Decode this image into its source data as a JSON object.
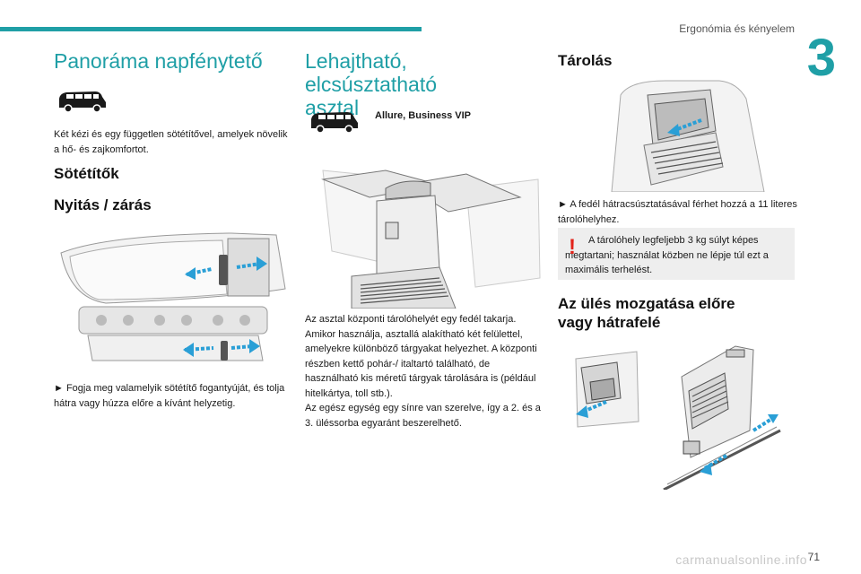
{
  "header": {
    "title": "Ergonómia és kényelem",
    "chapter": "3",
    "page_number": "71",
    "colors": {
      "accent": "#1f9fa6",
      "warning": "#e2231a"
    }
  },
  "col1": {
    "title": "Panoráma napfénytető",
    "intro": "Két kézi és egy független sötétítővel, amelyek növelik a hő- és zajkomfortot.",
    "sub1": "Sötétítők",
    "sub2": "Nyitás / zárás",
    "instruction": "► Fogja meg valamelyik sötétítő fogantyúját, és tolja hátra vagy húzza előre a kívánt helyzetig."
  },
  "col2": {
    "title_line1": "Lehajtható, elcsúsztatható",
    "title_line2": "asztal",
    "trim": "Allure, Business VIP",
    "body": "Az asztal központi tárolóhelyét egy fedél takarja. Amikor használja, asztallá alakítható két felülettel, amelyekre különböző tárgyakat helyezhet. A központi részben kettő pohár-/ italtartó található, de használható kis méretű tárgyak tárolására is (például hitelkártya, toll stb.).",
    "body2": "Az egész egység egy sínre van szerelve, így a 2. és a 3. üléssorba egyaránt beszerelhető."
  },
  "col3": {
    "title": "Tárolás",
    "instruction": "► A fedél hátracsúsztatásával férhet hozzá a 11 literes tárolóhelyhez.",
    "warning": "A tárolóhely legfeljebb 3 kg súlyt képes megtartani; használat közben ne lépje túl ezt a maximális terhelést.",
    "sub_line1": "Az ülés mozgatása előre",
    "sub_line2": "vagy hátrafelé"
  },
  "footer": {
    "watermark": "carmanualsonline.info"
  }
}
